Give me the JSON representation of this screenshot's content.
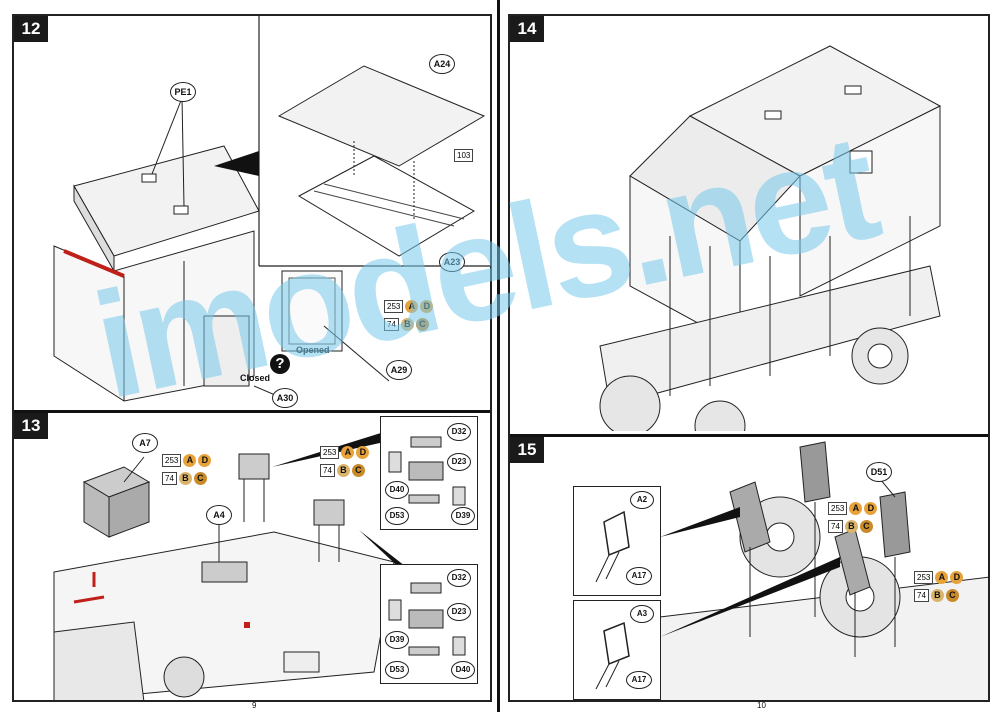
{
  "pages": {
    "left_number": "9",
    "right_number": "10"
  },
  "steps": {
    "s12": "12",
    "s13": "13",
    "s14": "14",
    "s15": "15"
  },
  "step12": {
    "callouts": {
      "pe1": "PE1",
      "a24": "A24",
      "a23": "A23",
      "a29": "A29",
      "a30": "A30"
    },
    "paint_small": "103",
    "paint1": {
      "code": "253",
      "a": "A",
      "b": "D"
    },
    "paint2": {
      "code": "74",
      "a": "B",
      "b": "C"
    },
    "opened": "Opened",
    "closed": "Closed",
    "question": "?"
  },
  "step13": {
    "callouts": {
      "a7": "A7",
      "a4": "A4",
      "d32": "D32",
      "d23": "D23",
      "d40": "D40",
      "d53": "D53",
      "d39": "D39",
      "d32b": "D32",
      "d23b": "D23",
      "d39b": "D39",
      "d53b": "D53",
      "d40b": "D40"
    },
    "paint1": {
      "code": "253",
      "a": "A",
      "b": "D"
    },
    "paint2": {
      "code": "74",
      "a": "B",
      "b": "C"
    },
    "paint3": {
      "code": "253",
      "a": "A",
      "b": "D"
    },
    "paint4": {
      "code": "74",
      "a": "B",
      "b": "C"
    }
  },
  "step15": {
    "callouts": {
      "a2": "A2",
      "a17": "A17",
      "a3": "A3",
      "a17b": "A17",
      "d51": "D51"
    },
    "paint1": {
      "code": "253",
      "a": "A",
      "b": "D"
    },
    "paint2": {
      "code": "74",
      "a": "B",
      "b": "C"
    },
    "paint3": {
      "code": "253",
      "a": "A",
      "b": "D"
    },
    "paint4": {
      "code": "74",
      "a": "B",
      "b": "C"
    }
  },
  "watermark": "imodels.net",
  "colors": {
    "orange": "#e8a23a",
    "tan": "#d9b46a",
    "gold": "#c98a2a",
    "dark": "#1a1a1a",
    "accent_red": "#c0201a"
  }
}
